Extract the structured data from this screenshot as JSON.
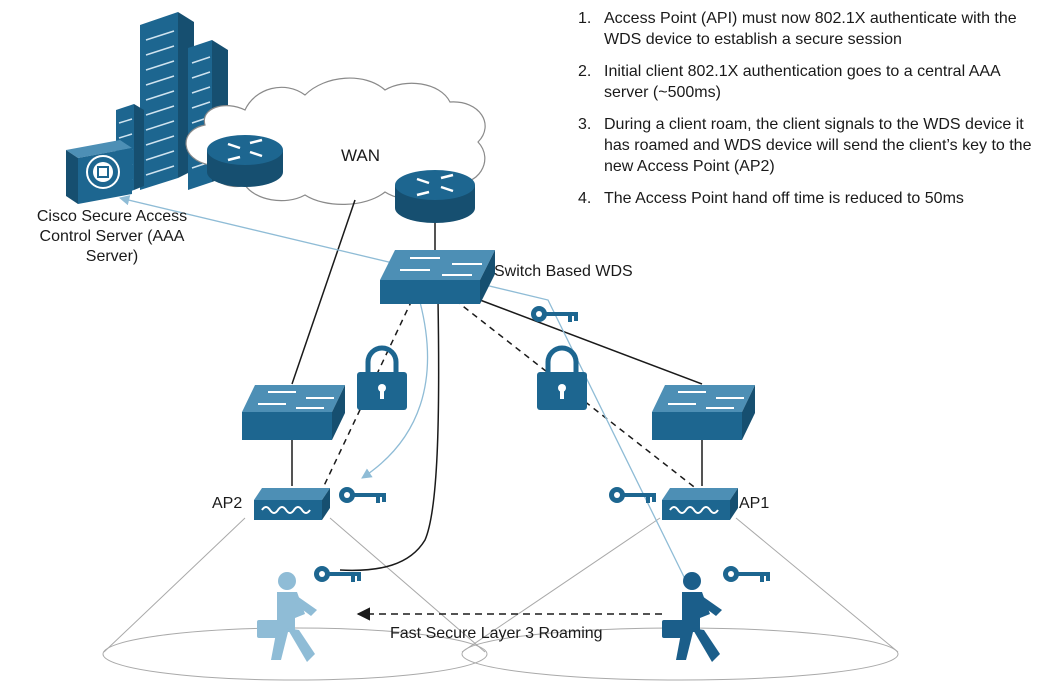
{
  "notes": [
    {
      "num": "1.",
      "text": "Access Point (API) must now 802.1X authenticate with the WDS device to establish a secure session"
    },
    {
      "num": "2.",
      "text": "Initial client 802.1X authentication goes to a central AAA server (~500ms)"
    },
    {
      "num": "3.",
      "text": "During a client roam, the client signals to the WDS device it has roamed and WDS device will send the client’s key to the new Access Point (AP2)"
    },
    {
      "num": "4.",
      "text": "The Access Point hand off time is reduced to 50ms"
    }
  ],
  "labels": {
    "aaa_server": "Cisco Secure Access Control Server (AAA Server)",
    "wan": "WAN",
    "wds_switch": "Switch Based WDS",
    "ap2": "AP2",
    "ap1": "AP1",
    "roaming": "Fast Secure Layer 3 Roaming"
  },
  "colors": {
    "device_blue": "#1d6690",
    "device_dark": "#164f70",
    "device_light": "#4d8fb5",
    "user_dark": "#1b5e8a",
    "user_light": "#8fbcd6",
    "line_light": "#8fbcd6",
    "line_gray": "#a9a9a9",
    "line_black": "#1a1a1a"
  },
  "icons": [
    "building-icon",
    "aaa-server-icon",
    "wan-cloud-icon",
    "router-icon",
    "switch-icon",
    "access-point-icon",
    "lock-icon",
    "key-icon",
    "walking-user-icon"
  ]
}
